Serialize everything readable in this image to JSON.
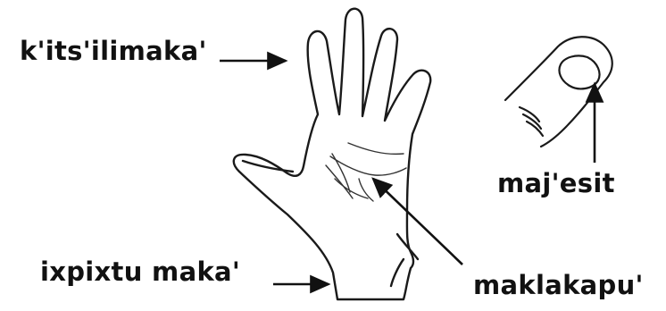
{
  "labels": {
    "fingers": "k'its'ilimaka'",
    "fingernail": "maj'esit",
    "wrist": "ixpixtu maka'",
    "palm": "maklakapu'"
  }
}
